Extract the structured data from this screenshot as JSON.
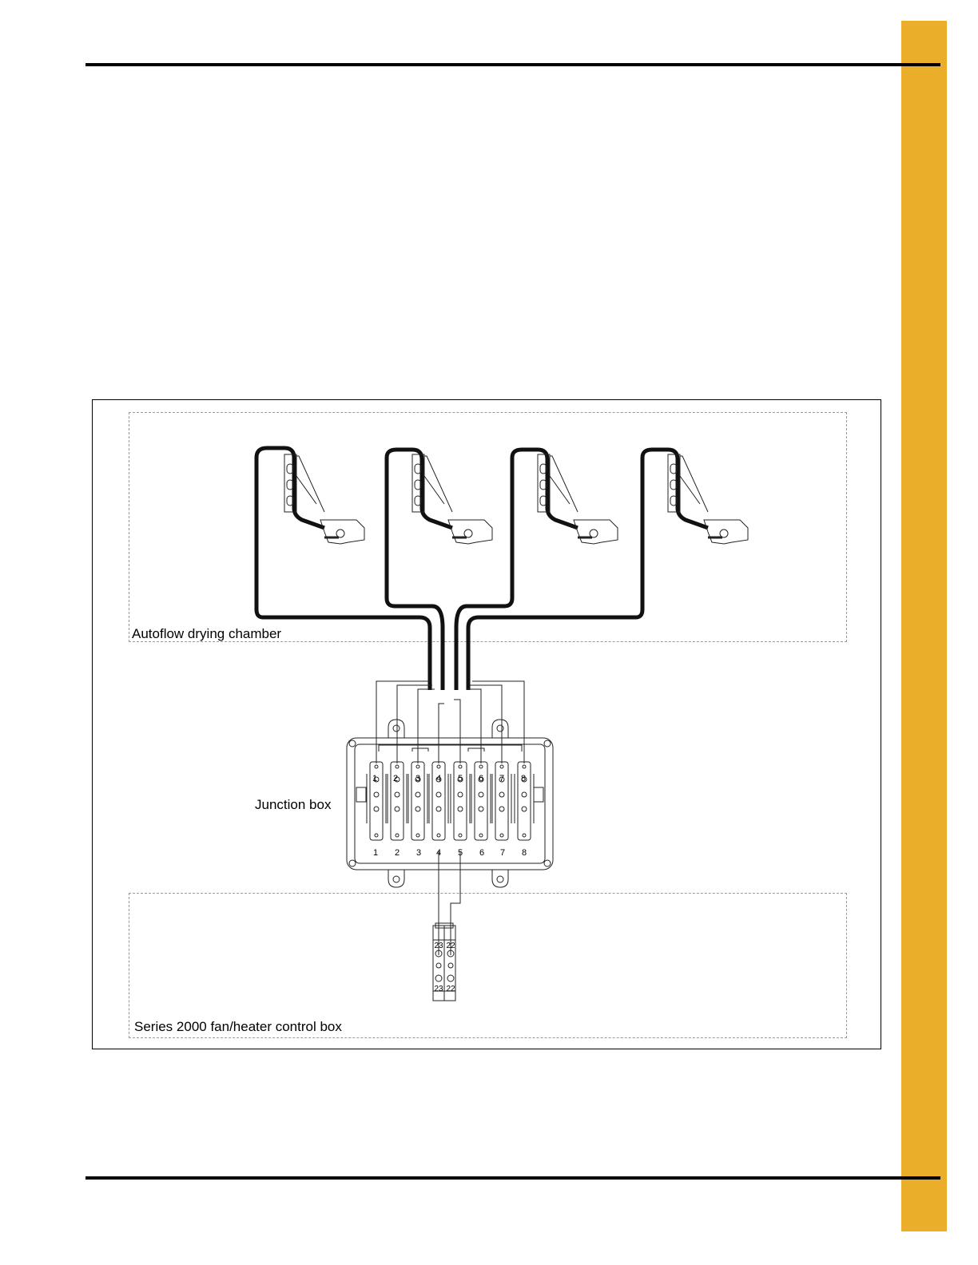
{
  "colors": {
    "tab": "#ebae2b",
    "rule": "#000000"
  },
  "labels": {
    "chamber": "Autoflow drying chamber",
    "junction_box": "Junction box",
    "control_box": "Series 2000 fan/heater control box"
  },
  "terminals": {
    "top": [
      "1",
      "2",
      "3",
      "4",
      "5",
      "6",
      "7",
      "8"
    ],
    "bottom": [
      "1",
      "2",
      "3",
      "4",
      "5",
      "6",
      "7",
      "8"
    ]
  },
  "control_terminals": {
    "top": [
      "23",
      "22"
    ],
    "bottom": [
      "23",
      "22"
    ]
  }
}
